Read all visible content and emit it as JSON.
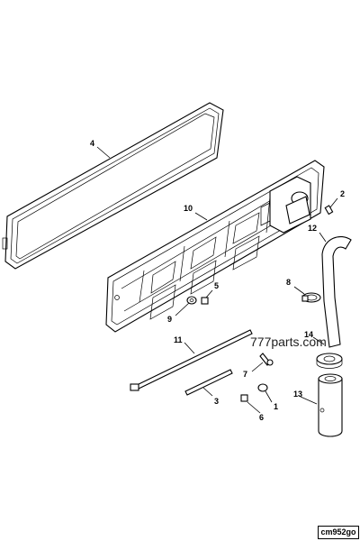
{
  "callouts": {
    "c1": "1",
    "c2": "2",
    "c3": "3",
    "c4": "4",
    "c5": "5",
    "c6": "6",
    "c7": "7",
    "c8": "8",
    "c9": "9",
    "c10": "10",
    "c11": "11",
    "c12": "12",
    "c13": "13",
    "c14": "14"
  },
  "watermark": "777parts.com",
  "ref_code": "cm952go"
}
